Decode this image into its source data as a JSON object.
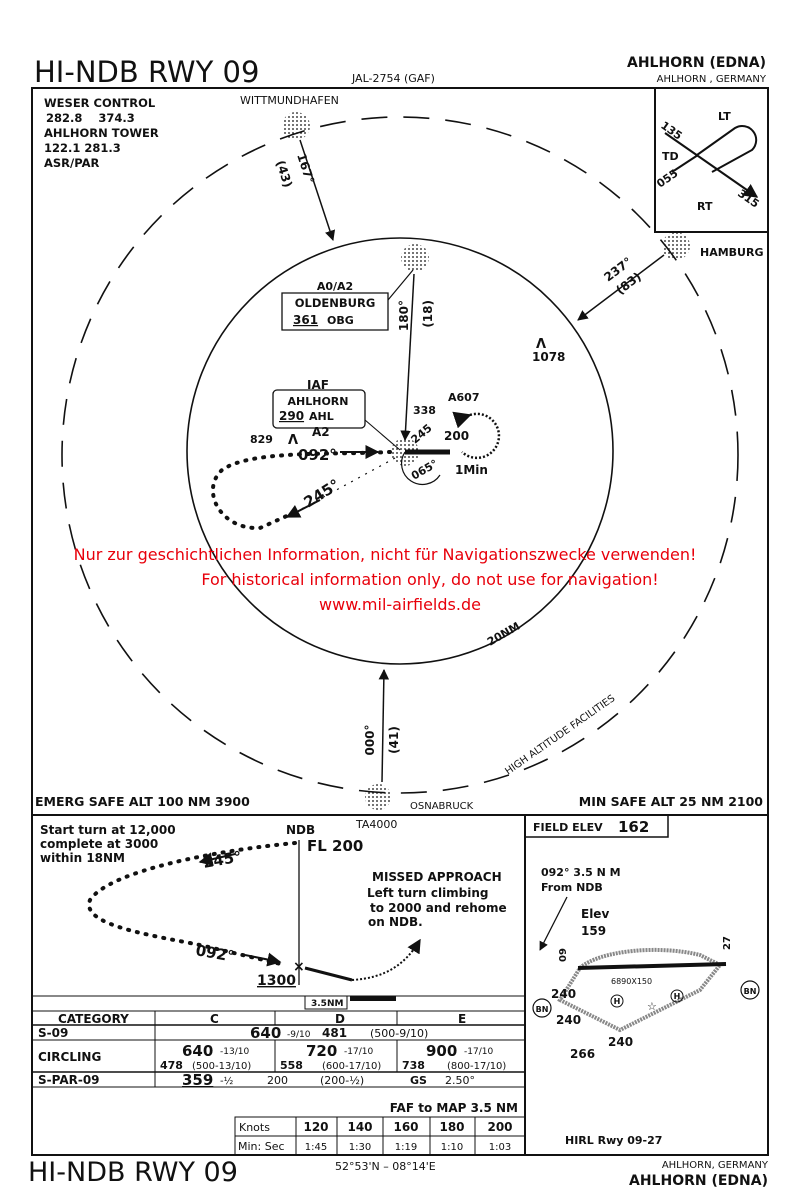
{
  "header": {
    "title": "HI-NDB RWY 09",
    "chart_id": "JAL-2754 (GAF)",
    "airport": "AHLHORN (EDNA)",
    "location": "AHLHORN , GERMANY"
  },
  "comms": {
    "line1": "WESER CONTROL",
    "line2": "282.8    374.3",
    "line3": "AHLHORN TOWER",
    "line4": "122.1  281.3",
    "line5": "ASR/PAR"
  },
  "holding_inset": {
    "lt": "LT",
    "rt": "RT",
    "td": "TD",
    "c135": "135",
    "c055": "055",
    "c315": "315"
  },
  "plan": {
    "wittmundhafen": "WITTMUNDHAFEN",
    "witt_course": "167°",
    "witt_dist": "(43)",
    "hamburg": "HAMBURG",
    "ham_course": "237°",
    "ham_dist": "(83)",
    "oldenburg_box": {
      "type": "A0/A2",
      "name": "OLDENBURG",
      "freq": "361",
      "ident": "OBG"
    },
    "old_course": "180°",
    "old_dist": "(18)",
    "iaf_box": {
      "label": "IAF",
      "name": "AHLHORN",
      "freq": "290",
      "ident": "AHL",
      "alt": "A2"
    },
    "obstacle_1078": "1078",
    "obstacle_829": "829",
    "obstacle_338": "338",
    "a607": "A607",
    "hold_245": "245",
    "hold_200": "200",
    "hold_065": "065°",
    "hold_1min": "1Min",
    "course_092": "092°",
    "course_245": "245°",
    "ring_20nm": "20NM",
    "high_alt": "HIGH ALTITUDE FACILITIES",
    "osnabruck": "OSNABRUCK",
    "osn_course": "000°",
    "osn_dist": "(41)",
    "emerg_safe_alt": "EMERG SAFE ALT 100 NM 3900",
    "min_safe_alt": "MIN SAFE ALT 25 NM 2100"
  },
  "disclaimer": {
    "de": "Nur zur geschichtlichen Information, nicht für Navigationszwecke verwenden!",
    "en": "For historical information only, do not use for navigation!",
    "url": "www.mil-airfields.de"
  },
  "profile": {
    "note1": "Start turn at 12,000",
    "note2": "complete at 3000",
    "note3": "within 18NM",
    "ndb": "NDB",
    "fl": "FL 200",
    "ta": "TA4000",
    "c245": "245°",
    "c092": "092°",
    "alt1300": "1300",
    "missed_title": "MISSED APPROACH",
    "missed1": "Left turn climbing",
    "missed2": "to 2000 and rehome",
    "missed3": "on NDB.",
    "scale": "3.5NM"
  },
  "airport": {
    "field_elev_label": "FIELD ELEV",
    "field_elev": "162",
    "map_pt1": "092° 3.5 N M",
    "map_pt2": "From NDB",
    "elev_label": "Elev",
    "elev": "159",
    "rwy_dim": "6890X150",
    "rwy_09": "09",
    "rwy_27": "27",
    "obst_240a": "240",
    "obst_240b": "240",
    "obst_240c": "240",
    "obst_266": "266",
    "bn": "BN",
    "h": "H",
    "lighting": "HIRL Rwy 09-27"
  },
  "minima": {
    "headers": [
      "CATEGORY",
      "C",
      "D",
      "E"
    ],
    "s09": {
      "label": "S-09",
      "value": "640",
      "vis": "-9/10",
      "hat": "481",
      "mil": "(500-9/10)"
    },
    "circling": {
      "label": "CIRCLING",
      "c": {
        "value": "640",
        "vis": "-13/10",
        "hat": "478",
        "mil": "(500-13/10)"
      },
      "d": {
        "value": "720",
        "vis": "-17/10",
        "hat": "558",
        "mil": "(600-17/10)"
      },
      "e": {
        "value": "900",
        "vis": "-17/10",
        "hat": "738",
        "mil": "(800-17/10)"
      }
    },
    "spar": {
      "label": "S-PAR-09",
      "value": "359",
      "vis": "-½",
      "hat": "200",
      "mil": "(200-½)",
      "gs": "GS",
      "gs_val": "2.50°"
    }
  },
  "timing": {
    "title": "FAF to MAP 3.5 NM",
    "row_labels": [
      "Knots",
      "Min: Sec"
    ],
    "knots": [
      "120",
      "140",
      "160",
      "180",
      "200"
    ],
    "times": [
      "1:45",
      "1:30",
      "1:19",
      "1:10",
      "1:03"
    ]
  },
  "footer": {
    "title": "HI-NDB RWY 09",
    "coords": "52°53'N – 08°14'E",
    "location": "AHLHORN, GERMANY",
    "airport": "AHLHORN (EDNA)"
  },
  "colors": {
    "warning": "#e8000b",
    "ink": "#111111"
  }
}
